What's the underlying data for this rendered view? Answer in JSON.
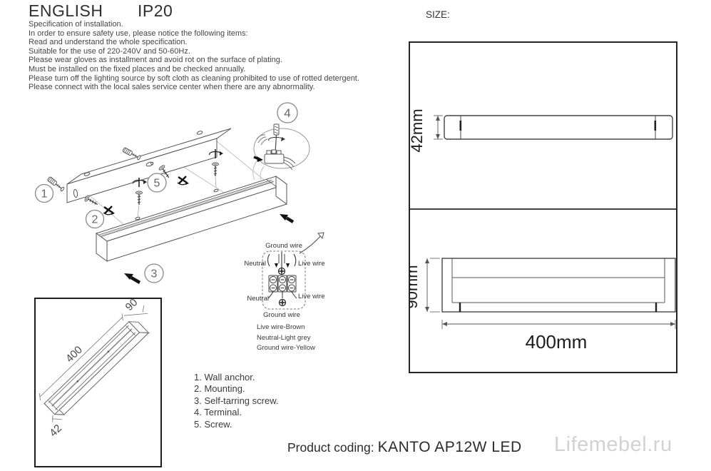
{
  "header": {
    "language": "ENGLISH",
    "ip_rating": "IP20"
  },
  "spec_lines": [
    "Specification of installation.",
    "In order to ensure safety use, please notice the following items:",
    "Read and understand the whole specification.",
    "Suitable for the use of 220-240V and 50-60Hz.",
    "Please wear gloves as installment and avoid rot on the surface of plating.",
    "Must be installed on the fixed places and be checked annually.",
    "Please turn off the lighting source by soft cloth as cleaning prohibited to use of rotted detergent.",
    "Please connect with the local sales service center when there are any abnormality."
  ],
  "size_panel": {
    "label": "SIZE:",
    "front_height": "42mm",
    "side_height": "90mm",
    "side_width": "400mm"
  },
  "iso_inset": {
    "length": "400",
    "width": "90",
    "height": "42"
  },
  "callouts": {
    "c1": "1",
    "c2": "2",
    "c3": "3",
    "c4": "4",
    "c5": "5"
  },
  "wiring": {
    "top_ground": "Ground wire",
    "top_neutral": "Neutral",
    "top_live": "Live wire",
    "bottom_neutral": "Neutral",
    "bottom_live": "Live wire",
    "bottom_ground": "Ground wire",
    "legend": [
      "Live wire-Brown",
      "Neutral-Light grey",
      "Ground wire-Yellow"
    ]
  },
  "parts": [
    "1. Wall anchor.",
    "2. Mounting.",
    "3. Self-tarring screw.",
    "4. Terminal.",
    "5. Screw."
  ],
  "footer": {
    "label": "Product coding:",
    "code": "KANTO AP12W LED"
  },
  "watermark": "Lifemebel.ru"
}
